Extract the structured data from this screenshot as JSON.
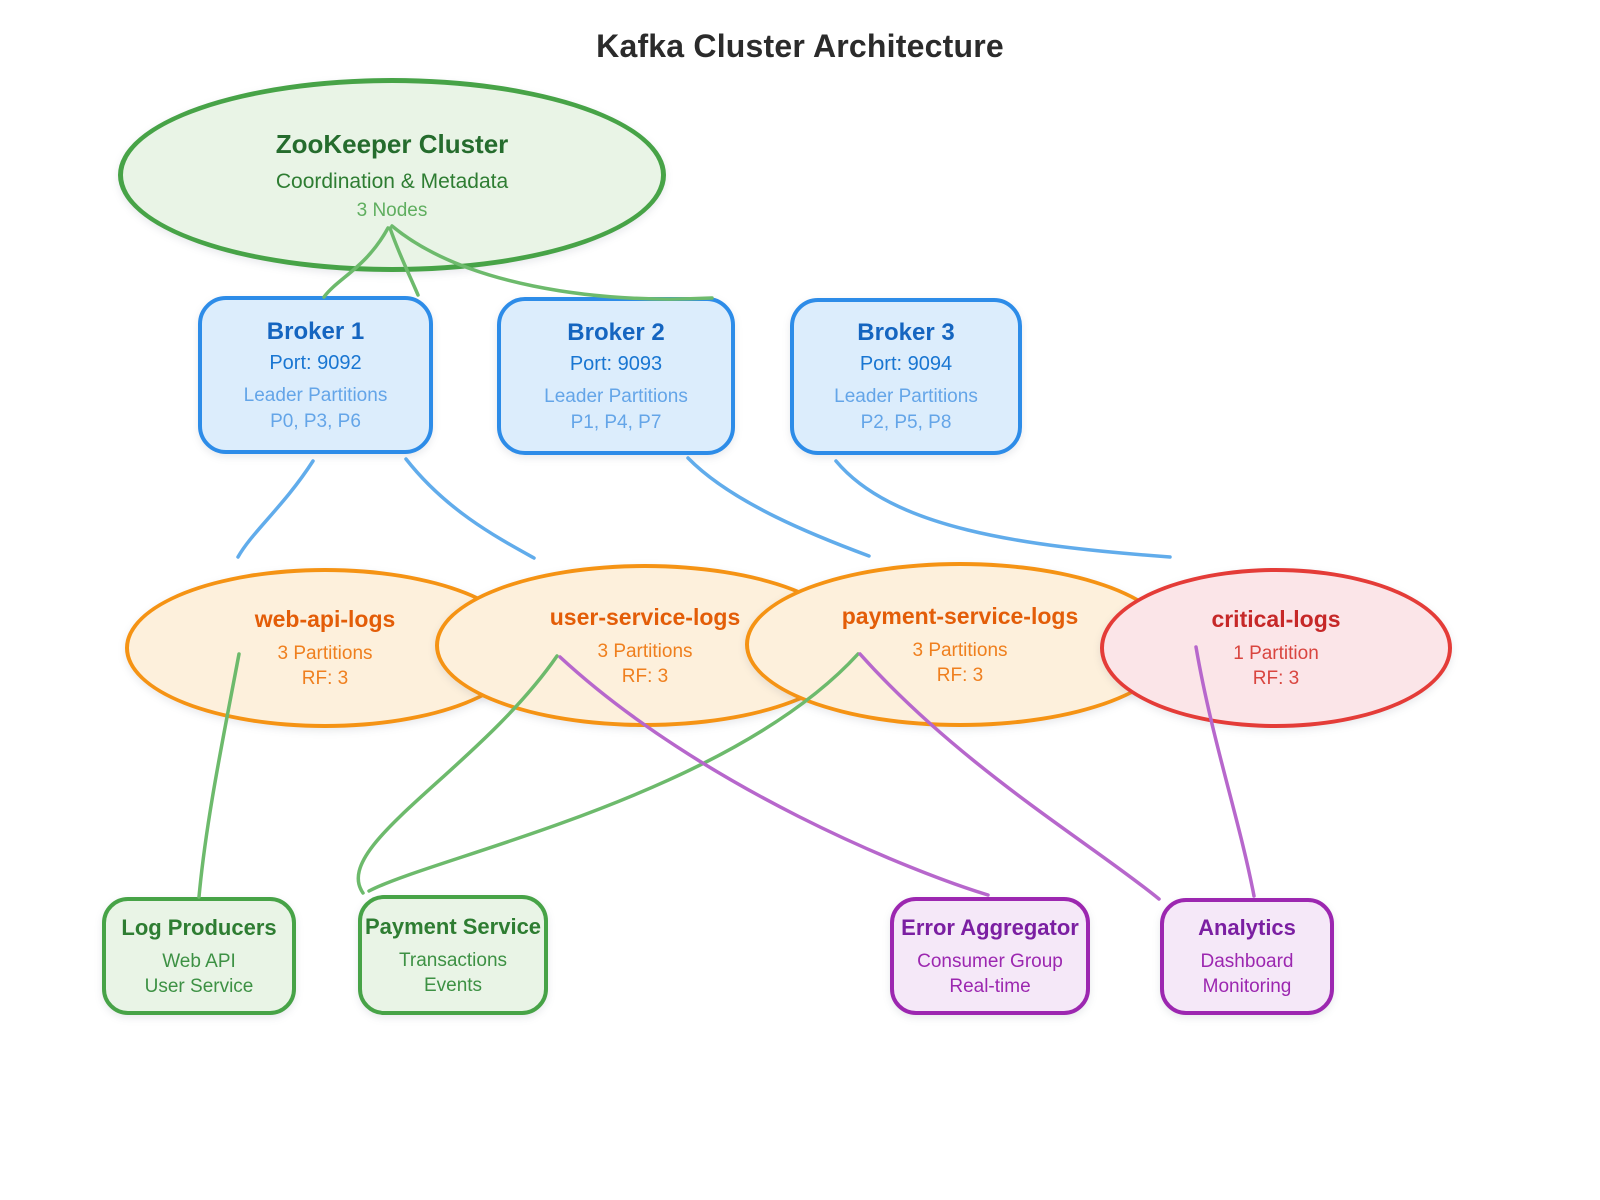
{
  "title": "Kafka Cluster Architecture",
  "zookeeper": {
    "title": "ZooKeeper Cluster",
    "subtitle": "Coordination & Metadata",
    "detail": "3 Nodes"
  },
  "brokers": [
    {
      "title": "Broker 1",
      "port": "Port: 9092",
      "leader_label": "Leader Partitions",
      "partitions": "P0, P3, P6"
    },
    {
      "title": "Broker 2",
      "port": "Port: 9093",
      "leader_label": "Leader Partitions",
      "partitions": "P1, P4, P7"
    },
    {
      "title": "Broker 3",
      "port": "Port: 9094",
      "leader_label": "Leader Partitions",
      "partitions": "P2, P5, P8"
    }
  ],
  "topics": [
    {
      "title": "web-api-logs",
      "partitions": "3 Partitions",
      "rf": "RF: 3"
    },
    {
      "title": "user-service-logs",
      "partitions": "3 Partitions",
      "rf": "RF: 3"
    },
    {
      "title": "payment-service-logs",
      "partitions": "3 Partitions",
      "rf": "RF: 3"
    },
    {
      "title": "critical-logs",
      "partitions": "1 Partition",
      "rf": "RF: 3"
    }
  ],
  "clients": [
    {
      "title": "Log Producers",
      "line1": "Web API",
      "line2": "User Service"
    },
    {
      "title": "Payment Service",
      "line1": "Transactions",
      "line2": "Events"
    },
    {
      "title": "Error Aggregator",
      "line1": "Consumer Group",
      "line2": "Real-time"
    },
    {
      "title": "Analytics",
      "line1": "Dashboard",
      "line2": "Monitoring"
    }
  ],
  "colors": {
    "green_border": "#47a347",
    "green_fill": "#e9f4e6",
    "blue_border": "#2d8ce8",
    "blue_fill": "#dcedfc",
    "orange_border": "#f59314",
    "orange_fill": "#fdf0dc",
    "red_border": "#e43c38",
    "red_fill": "#fbe5e8",
    "purple_border": "#9c27b0",
    "purple_fill": "#f5e8f8",
    "edge_green": "#6dba6c",
    "edge_blue": "#61aceb",
    "edge_purple": "#b767cc"
  }
}
